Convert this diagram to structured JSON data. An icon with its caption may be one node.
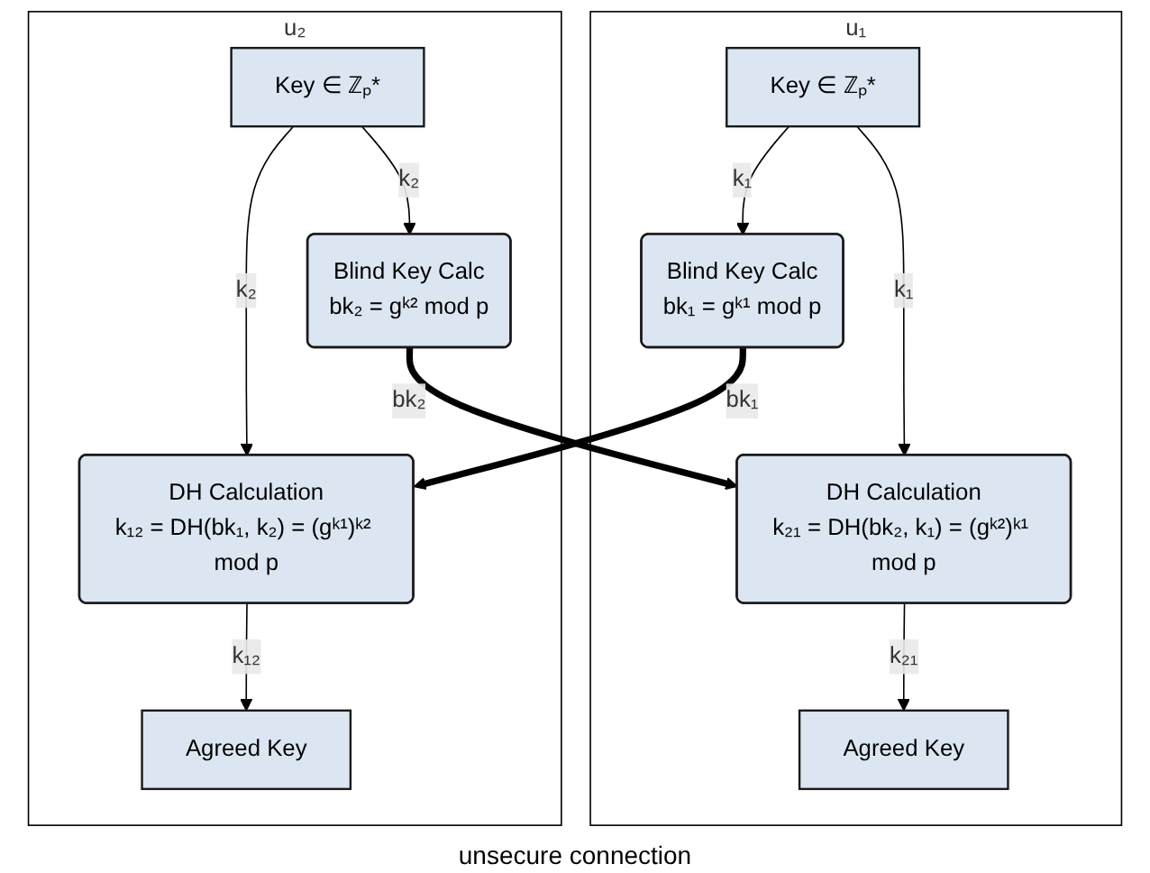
{
  "diagram": {
    "nodes": [
      {
        "text": [
          "u₁"
        ]
      },
      {
        "text": [
          "Blind Key Calc",
          "bk₁ = gᵏ¹ mod p"
        ],
        "in": 0
      },
      {
        "text": [
          "Key ∈ ℤₚ*"
        ],
        "in": 0
      },
      {
        "text": [
          "DH Calculation",
          "k₂₁ = DH(bk₂, k₁) = (gᵏ²)ᵏ¹ mod p"
        ],
        "in": 0
      },
      {
        "text": [
          "Agreed Key"
        ],
        "in": 0
      },
      {
        "text": [
          "u₂"
        ]
      },
      {
        "text": [
          "Blind Key Calc",
          "bk₂ = gᵏ² mod p"
        ],
        "in": 5
      },
      {
        "text": [
          "Key ∈ ℤₚ*"
        ],
        "in": 5
      },
      {
        "text": [
          "DH Calculation",
          "k₁₂ = DH(bk₁, k₂) = (gᵏ¹)ᵏ² mod p"
        ],
        "in": 5
      },
      {
        "text": [
          "Agreed Key"
        ],
        "in": 5
      }
    ],
    "edges": [
      {
        "from": 2,
        "to": 1,
        "arrow": "to",
        "label": "k₁"
      },
      {
        "from": 2,
        "to": 3,
        "arrow": "to",
        "label": "k₁"
      },
      {
        "from": 3,
        "to": 4,
        "arrow": "to",
        "label": "k₂₁"
      },
      {
        "from": 7,
        "to": 6,
        "arrow": "to",
        "label": "k₂"
      },
      {
        "from": 7,
        "to": 8,
        "arrow": "to",
        "label": "k₂"
      },
      {
        "from": 8,
        "to": 9,
        "arrow": "to",
        "label": "k₁₂"
      },
      {
        "from": 1,
        "to": 8,
        "arrow": "to",
        "label": "bk₁",
        "style": "thick"
      },
      {
        "from": 6,
        "to": 3,
        "arrow": "to",
        "label": "bk₂",
        "style": "thick"
      }
    ],
    "labels": [
      "unsecure connection"
    ]
  }
}
